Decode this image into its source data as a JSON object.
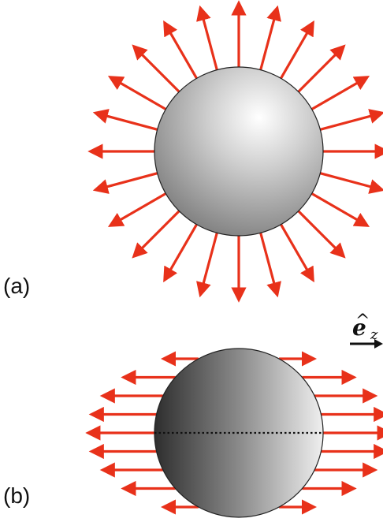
{
  "panels": {
    "a": {
      "label": "(a)",
      "arrow_count": 24
    },
    "b": {
      "label": "(b)",
      "rows": 9
    }
  },
  "unit_vector": {
    "hat": "^",
    "symbol": "e",
    "subscript": "z"
  },
  "colors": {
    "arrow": "#e8311a",
    "sphere_outline": "#222222",
    "equator": "#111111"
  }
}
